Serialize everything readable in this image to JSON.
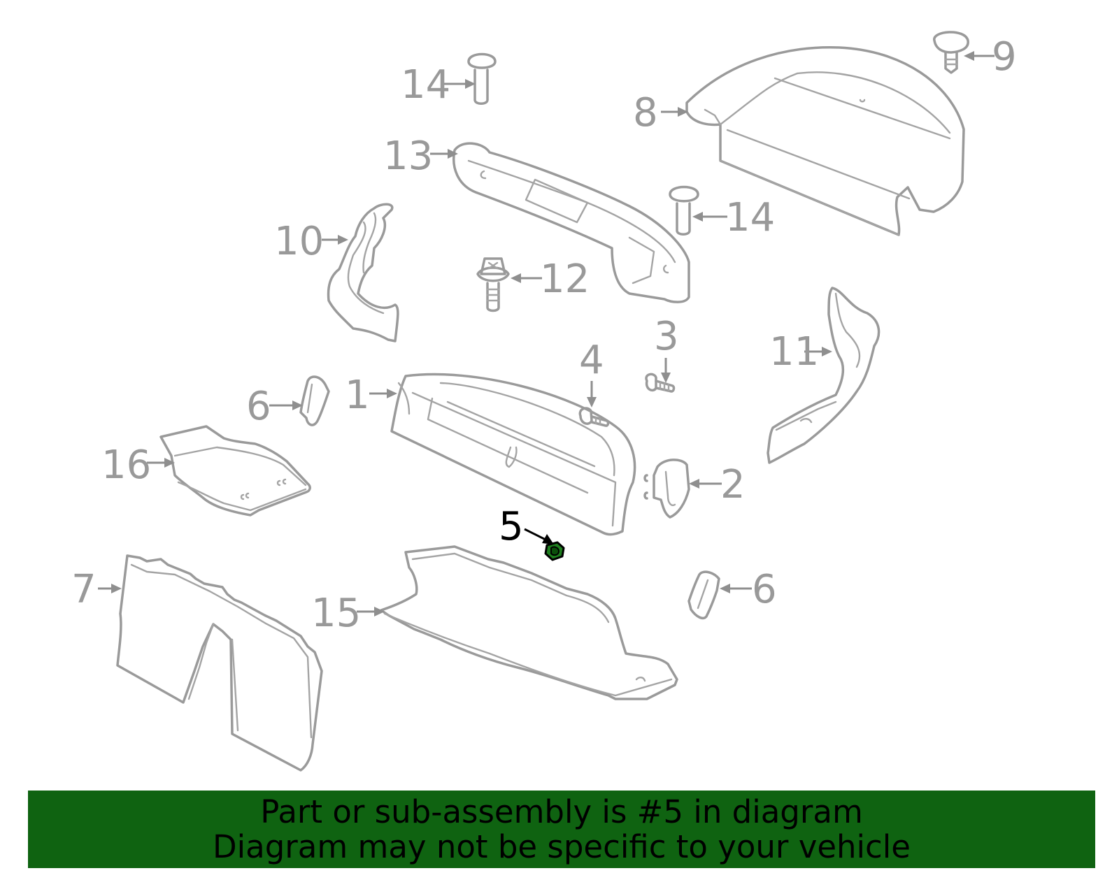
{
  "colors": {
    "line_art": "#9a9a9a",
    "highlight_part": "#1a7a1a",
    "highlight_label": "#000000",
    "banner_background": "#0f6311",
    "banner_text": "#000000"
  },
  "callouts": [
    {
      "id": "c1",
      "label": "1"
    },
    {
      "id": "c2",
      "label": "2"
    },
    {
      "id": "c3",
      "label": "3"
    },
    {
      "id": "c4",
      "label": "4"
    },
    {
      "id": "c5",
      "label": "5",
      "highlighted": true
    },
    {
      "id": "c6a",
      "label": "6"
    },
    {
      "id": "c6b",
      "label": "6"
    },
    {
      "id": "c7",
      "label": "7"
    },
    {
      "id": "c8",
      "label": "8"
    },
    {
      "id": "c9",
      "label": "9"
    },
    {
      "id": "c10",
      "label": "10"
    },
    {
      "id": "c11",
      "label": "11"
    },
    {
      "id": "c12",
      "label": "12"
    },
    {
      "id": "c13",
      "label": "13"
    },
    {
      "id": "c14a",
      "label": "14"
    },
    {
      "id": "c14b",
      "label": "14"
    },
    {
      "id": "c15",
      "label": "15"
    },
    {
      "id": "c16",
      "label": "16"
    }
  ],
  "banner": {
    "line1": "Part or sub-assembly is #5 in diagram",
    "line2": "Diagram may not be specific to your vehicle"
  }
}
